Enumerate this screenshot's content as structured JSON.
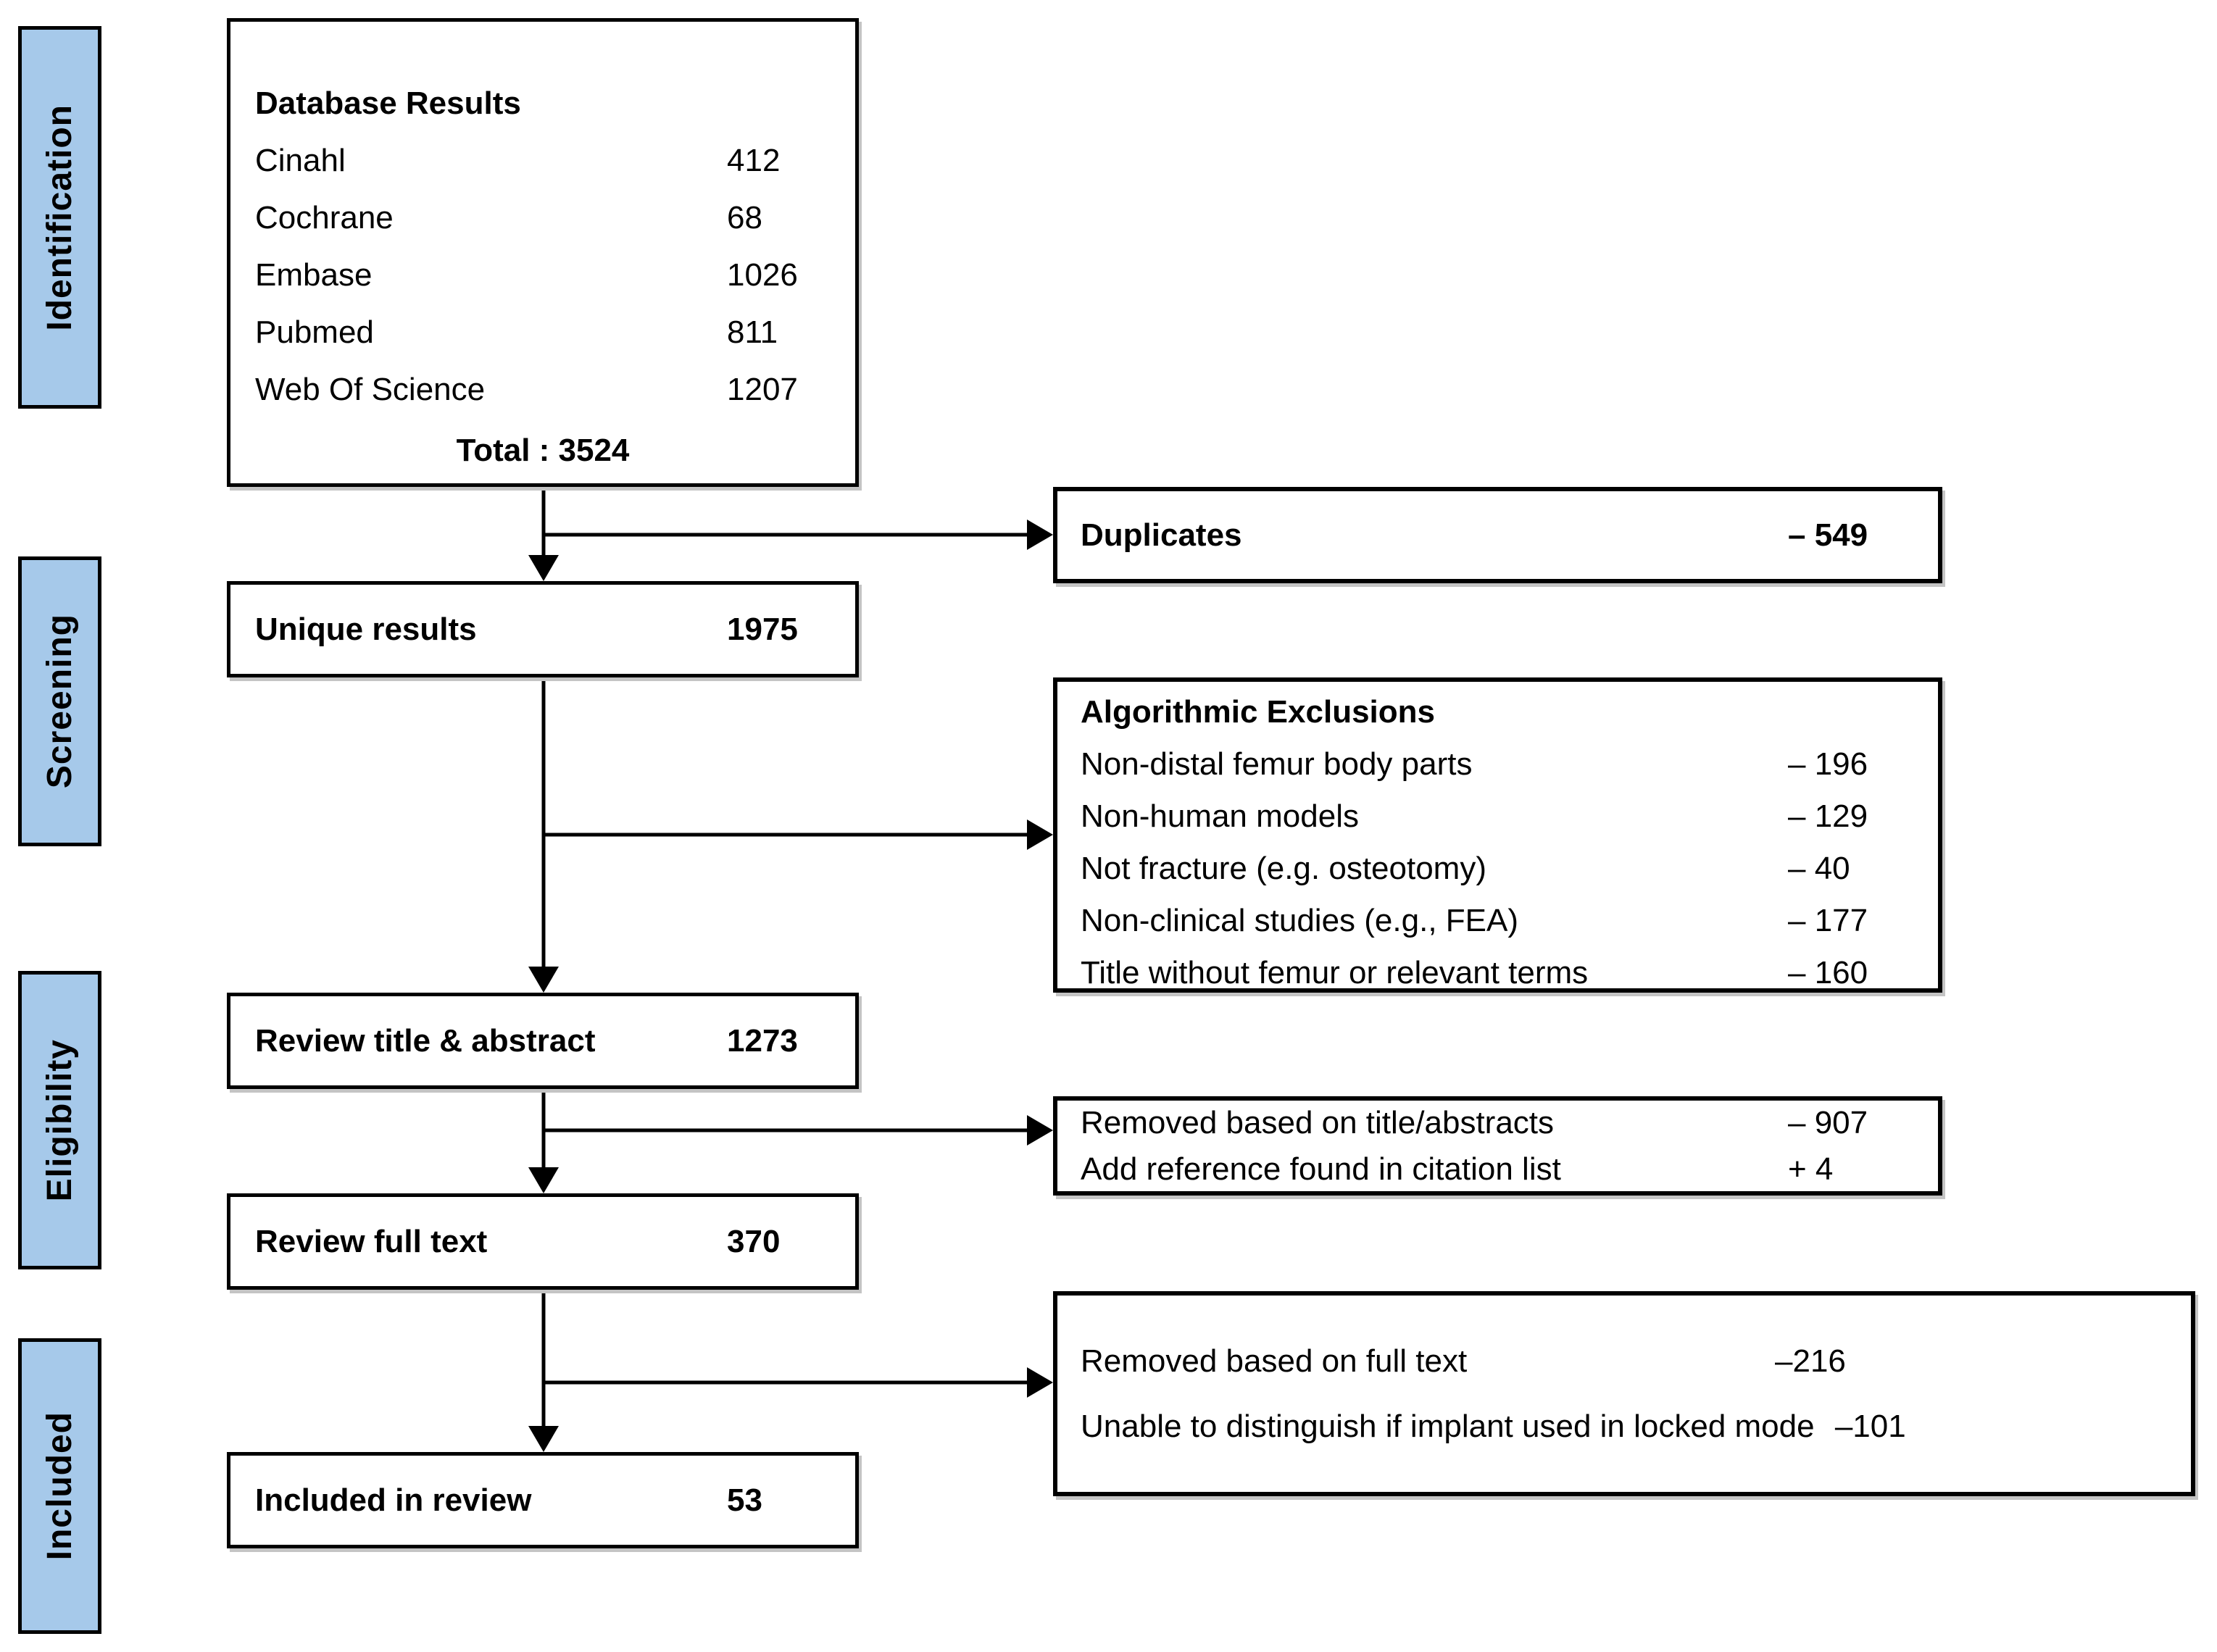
{
  "colors": {
    "stage_fill": "#A6C9EA",
    "box_border": "#000000",
    "connector": "#000000",
    "background": "#FFFFFF",
    "shadow": "#C4C4C4"
  },
  "stages": [
    {
      "label": "Identification"
    },
    {
      "label": "Screening"
    },
    {
      "label": "Eligibility"
    },
    {
      "label": "Included"
    }
  ],
  "database_box": {
    "title": "Database Results",
    "rows": [
      {
        "source": "Cinahl",
        "count": "412"
      },
      {
        "source": "Cochrane",
        "count": "68"
      },
      {
        "source": "Embase",
        "count": "1026"
      },
      {
        "source": "Pubmed",
        "count": "811"
      },
      {
        "source": "Web Of Science",
        "count": "1207"
      }
    ],
    "total": "Total : 3524"
  },
  "flow_boxes": [
    {
      "label": "Unique results",
      "count": "1975"
    },
    {
      "label": "Review title & abstract",
      "count": "1273"
    },
    {
      "label": "Review full text",
      "count": "370"
    },
    {
      "label": "Included in review",
      "count": "53"
    }
  ],
  "side_boxes": [
    {
      "rows": [
        {
          "label": "Duplicates",
          "value": "– 549"
        }
      ]
    },
    {
      "title": "Algorithmic Exclusions",
      "rows": [
        {
          "label": "Non-distal femur body parts",
          "value": "– 196"
        },
        {
          "label": "Non-human models",
          "value": "– 129"
        },
        {
          "label": "Not fracture (e.g. osteotomy)",
          "value": "– 40"
        },
        {
          "label": "Non-clinical studies (e.g., FEA)",
          "value": "– 177"
        },
        {
          "label": "Title without femur or relevant terms",
          "value": "– 160"
        }
      ]
    },
    {
      "rows": [
        {
          "label": "Removed based on title/abstracts",
          "value": "– 907"
        },
        {
          "label": "Add reference found in citation list",
          "value": "+ 4"
        }
      ]
    },
    {
      "rows": [
        {
          "label": "Removed based on full text",
          "value": "–216"
        },
        {
          "label": "Unable to distinguish if implant used in locked mode",
          "value": "–101"
        }
      ]
    }
  ]
}
